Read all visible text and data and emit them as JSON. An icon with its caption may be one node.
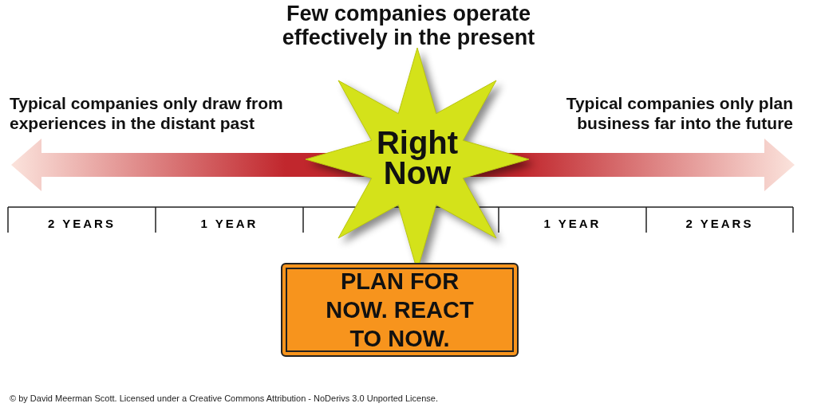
{
  "diagram": {
    "title": "Few companies operate effectively in the present",
    "caption": "© by David Meerman Scott. Licensed under a Creative Commons Attribution - NoDerivs 3.0 Unported License.",
    "nodes": [
      {
        "text": [
          "Right Now"
        ]
      },
      {
        "text": [
          "PLAN FOR NOW. REACT TO NOW."
        ]
      }
    ],
    "edges": [],
    "labels": [
      "Typical companies only draw from experiences in the distant past",
      "Typical companies only plan business far into the future",
      "2 YEARS",
      "1 YEAR",
      "1 YEAR",
      "2 YEARS"
    ]
  }
}
